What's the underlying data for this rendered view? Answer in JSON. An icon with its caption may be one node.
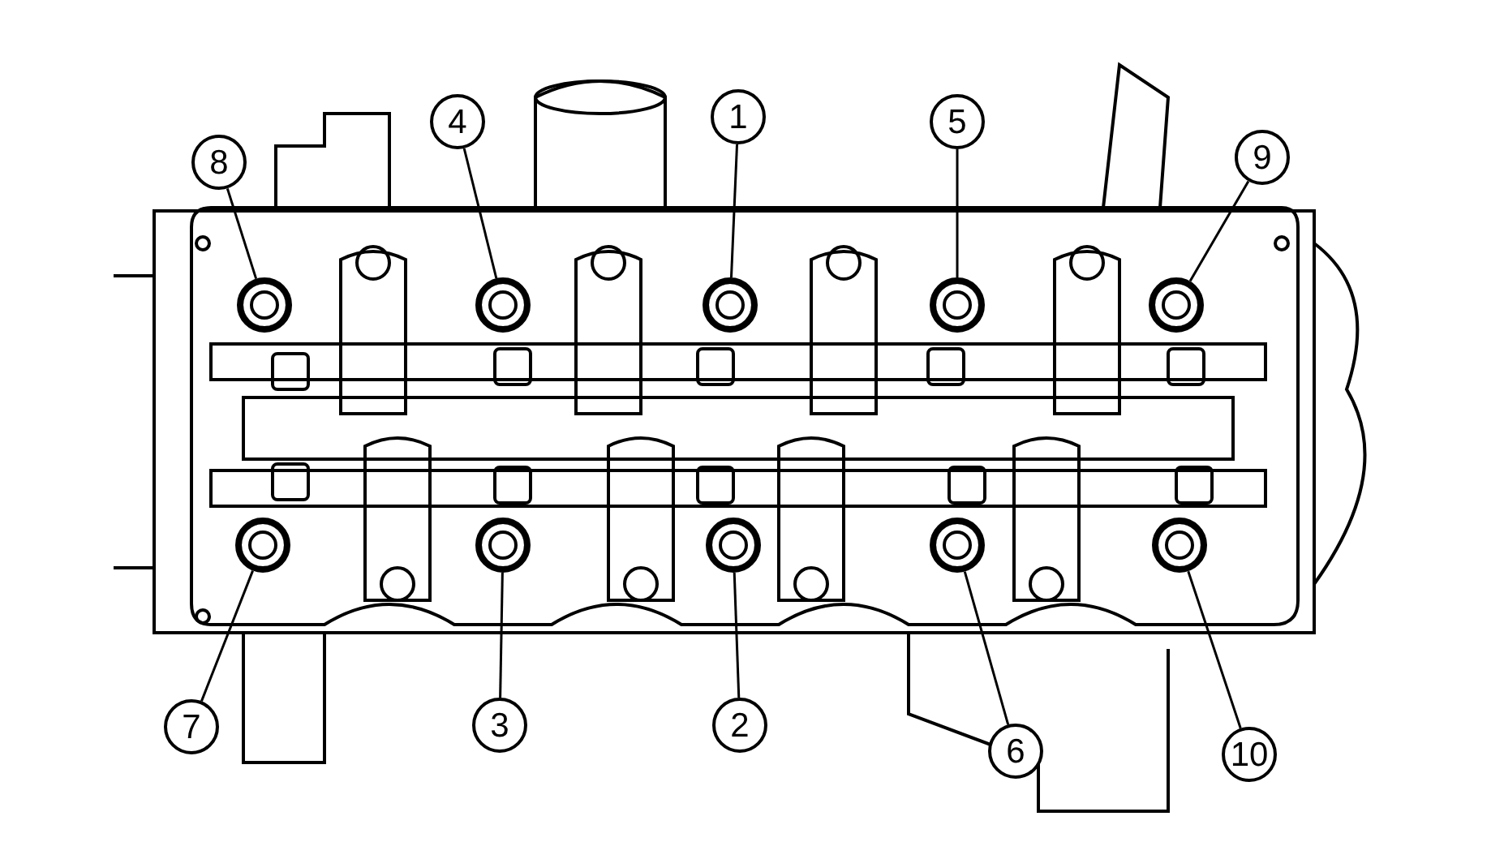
{
  "diagram": {
    "nodes": [
      {
        "text": [
          "8"
        ]
      },
      {
        "text": [
          "4"
        ]
      },
      {
        "text": [
          "1"
        ]
      },
      {
        "text": [
          "5"
        ]
      },
      {
        "text": [
          "9"
        ]
      },
      {
        "text": [
          "7"
        ]
      },
      {
        "text": [
          "3"
        ]
      },
      {
        "text": [
          "2"
        ]
      },
      {
        "text": [
          "6"
        ]
      },
      {
        "text": [
          "10"
        ]
      },
      {
        "text": [],
        "shape": "circle"
      },
      {
        "text": [],
        "shape": "circle"
      },
      {
        "text": [],
        "shape": "circle"
      },
      {
        "text": [],
        "shape": "circle"
      },
      {
        "text": [],
        "shape": "circle"
      },
      {
        "text": [],
        "shape": "circle"
      },
      {
        "text": [],
        "shape": "circle"
      },
      {
        "text": [],
        "shape": "circle"
      },
      {
        "text": [],
        "shape": "circle"
      },
      {
        "text": [],
        "shape": "circle"
      }
    ],
    "edges": [
      {
        "from": 0,
        "to": 10,
        "arrow": "none"
      },
      {
        "from": 1,
        "to": 11,
        "arrow": "none"
      },
      {
        "from": 2,
        "to": 12,
        "arrow": "none"
      },
      {
        "from": 3,
        "to": 13,
        "arrow": "none"
      },
      {
        "from": 4,
        "to": 14,
        "arrow": "none"
      },
      {
        "from": 5,
        "to": 15,
        "arrow": "none"
      },
      {
        "from": 6,
        "to": 16,
        "arrow": "none"
      },
      {
        "from": 7,
        "to": 17,
        "arrow": "none"
      },
      {
        "from": 8,
        "to": 18,
        "arrow": "none"
      },
      {
        "from": 9,
        "to": 19,
        "arrow": "none"
      }
    ]
  }
}
